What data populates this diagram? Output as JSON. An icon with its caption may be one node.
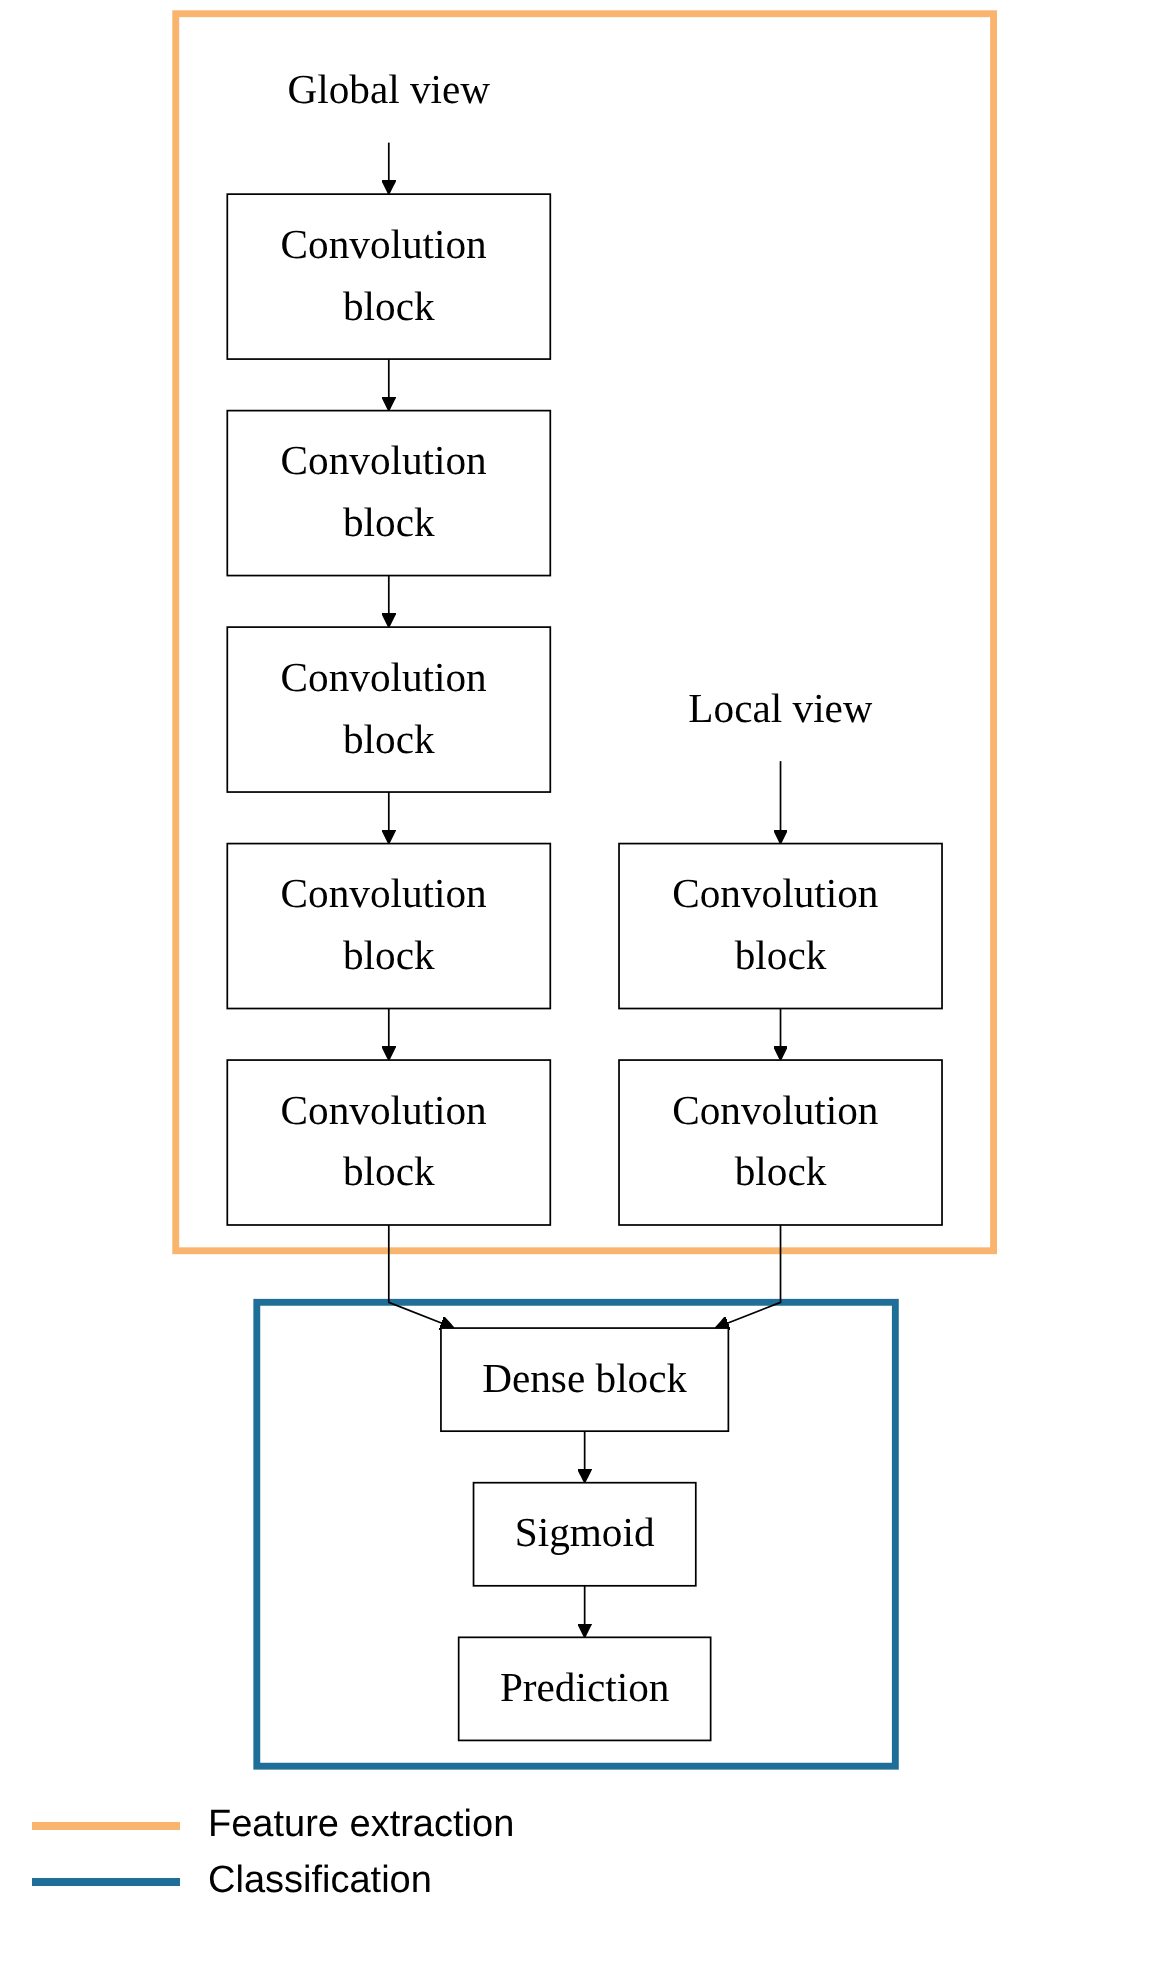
{
  "diagram": {
    "nodes": [
      {
        "text": [],
        "shape": "box"
      },
      {
        "text": [
          "Global view"
        ],
        "in": 0
      },
      {
        "text": [
          "Convolution block"
        ],
        "in": 0
      },
      {
        "text": [
          "Convolution block"
        ],
        "in": 0
      },
      {
        "text": [
          "Convolution block"
        ],
        "in": 0
      },
      {
        "text": [
          "Convolution block"
        ],
        "in": 0
      },
      {
        "text": [
          "Convolution block"
        ],
        "in": 0
      },
      {
        "text": [
          "Local view"
        ],
        "in": 0
      },
      {
        "text": [
          "Convolution block"
        ],
        "in": 0
      },
      {
        "text": [
          "Convolution block"
        ],
        "in": 0
      },
      {
        "text": [],
        "shape": "box"
      },
      {
        "text": [
          "Dense block"
        ],
        "in": 10
      },
      {
        "text": [
          "Sigmoid"
        ],
        "in": 10
      },
      {
        "text": [
          "Prediction"
        ],
        "in": 10
      }
    ],
    "edges": [
      {
        "from": 1,
        "to": 2,
        "arrow": "to"
      },
      {
        "from": 2,
        "to": 3,
        "arrow": "to"
      },
      {
        "from": 3,
        "to": 4,
        "arrow": "to"
      },
      {
        "from": 4,
        "to": 5,
        "arrow": "to"
      },
      {
        "from": 5,
        "to": 6,
        "arrow": "to"
      },
      {
        "from": 7,
        "to": 8,
        "arrow": "to"
      },
      {
        "from": 8,
        "to": 9,
        "arrow": "to"
      },
      {
        "from": 6,
        "to": 11,
        "arrow": "to"
      },
      {
        "from": 9,
        "to": 11,
        "arrow": "to"
      },
      {
        "from": 11,
        "to": 12,
        "arrow": "to"
      },
      {
        "from": 12,
        "to": 13,
        "arrow": "to"
      }
    ],
    "legend": [
      {
        "text": "Feature extraction",
        "color": "#f9b46e"
      },
      {
        "text": "Classification",
        "color": "#1f6e98"
      }
    ]
  }
}
